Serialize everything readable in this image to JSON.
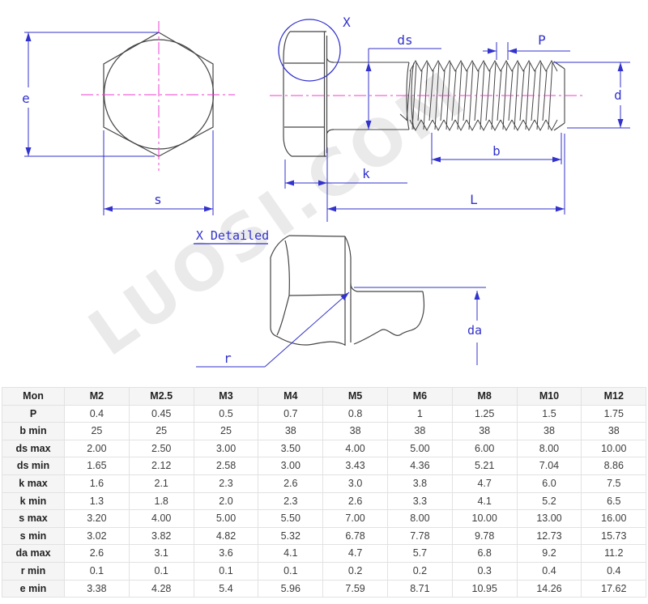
{
  "drawing": {
    "watermark": "LUOSI.COM",
    "labels": {
      "e": "e",
      "s": "s",
      "x_marker": "X",
      "ds": "ds",
      "p": "P",
      "d": "d",
      "b": "b",
      "k": "k",
      "l": "L",
      "x_detailed": "X Detailed",
      "r": "r",
      "da": "da"
    },
    "colors": {
      "dimension_blue": "#3232cd",
      "centerline_magenta": "#ef3fd0",
      "outline_gray": "#454545",
      "watermark_gray": "#eaeaea"
    }
  },
  "table": {
    "columns": [
      "Mon",
      "M2",
      "M2.5",
      "M3",
      "M4",
      "M5",
      "M6",
      "M8",
      "M10",
      "M12"
    ],
    "rows": [
      {
        "label": "P",
        "values": [
          "0.4",
          "0.45",
          "0.5",
          "0.7",
          "0.8",
          "1",
          "1.25",
          "1.5",
          "1.75"
        ]
      },
      {
        "label": "b min",
        "values": [
          "25",
          "25",
          "25",
          "38",
          "38",
          "38",
          "38",
          "38",
          "38"
        ]
      },
      {
        "label": "ds max",
        "values": [
          "2.00",
          "2.50",
          "3.00",
          "3.50",
          "4.00",
          "5.00",
          "6.00",
          "8.00",
          "10.00"
        ]
      },
      {
        "label": "ds min",
        "values": [
          "1.65",
          "2.12",
          "2.58",
          "3.00",
          "3.43",
          "4.36",
          "5.21",
          "7.04",
          "8.86"
        ]
      },
      {
        "label": "k max",
        "values": [
          "1.6",
          "2.1",
          "2.3",
          "2.6",
          "3.0",
          "3.8",
          "4.7",
          "6.0",
          "7.5"
        ]
      },
      {
        "label": "k min",
        "values": [
          "1.3",
          "1.8",
          "2.0",
          "2.3",
          "2.6",
          "3.3",
          "4.1",
          "5.2",
          "6.5"
        ]
      },
      {
        "label": "s max",
        "values": [
          "3.20",
          "4.00",
          "5.00",
          "5.50",
          "7.00",
          "8.00",
          "10.00",
          "13.00",
          "16.00"
        ]
      },
      {
        "label": "s min",
        "values": [
          "3.02",
          "3.82",
          "4.82",
          "5.32",
          "6.78",
          "7.78",
          "9.78",
          "12.73",
          "15.73"
        ]
      },
      {
        "label": "da max",
        "values": [
          "2.6",
          "3.1",
          "3.6",
          "4.1",
          "4.7",
          "5.7",
          "6.8",
          "9.2",
          "11.2"
        ]
      },
      {
        "label": "r min",
        "values": [
          "0.1",
          "0.1",
          "0.1",
          "0.1",
          "0.2",
          "0.2",
          "0.3",
          "0.4",
          "0.4"
        ]
      },
      {
        "label": "e min",
        "values": [
          "3.38",
          "4.28",
          "5.4",
          "5.96",
          "7.59",
          "8.71",
          "10.95",
          "14.26",
          "17.62"
        ]
      }
    ]
  }
}
